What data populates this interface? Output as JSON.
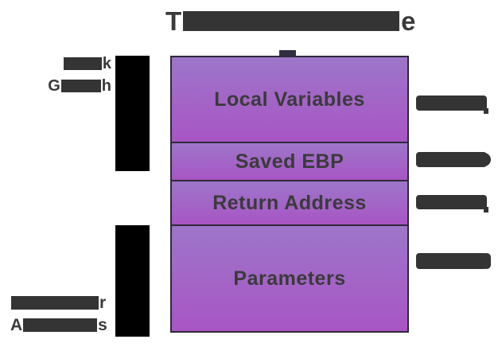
{
  "title": {
    "visible_prefix": "T",
    "visible_suffix": "e",
    "redacted": true
  },
  "stack_frame": {
    "boxes": [
      {
        "label": "Local Variables"
      },
      {
        "label": "Saved EBP"
      },
      {
        "label": "Return Address"
      },
      {
        "label": "Parameters"
      }
    ]
  },
  "annotations": {
    "stack_growth": {
      "line1": {
        "suffix": "k",
        "redacted": true
      },
      "line2": {
        "prefix": "G",
        "suffix": "h",
        "redacted": true
      }
    },
    "higher_addresses": {
      "line1": {
        "suffix": "r",
        "redacted": true
      },
      "line2": {
        "prefix": "A",
        "suffix": "s",
        "redacted": true
      }
    },
    "right_address_labels": {
      "count": 4,
      "redacted": true
    }
  },
  "colors": {
    "bg": "#ffffff",
    "ink": "#3a3a3a",
    "redact": "#343434",
    "black-bar": "#000000",
    "box-border": "#2e2939",
    "purple-top": "#9d76c9",
    "purple-bottom": "#a855c4",
    "notch": "#332d41"
  }
}
